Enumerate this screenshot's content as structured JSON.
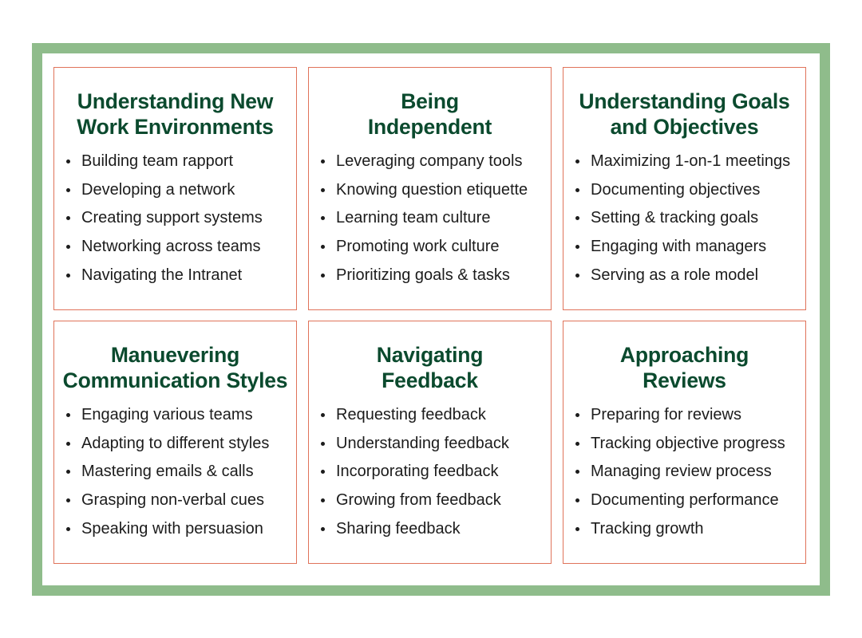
{
  "cards": [
    {
      "title": "Understanding New\nWork Environments",
      "items": [
        "Building team rapport",
        "Developing a network",
        "Creating support systems",
        "Networking across teams",
        "Navigating the Intranet"
      ]
    },
    {
      "title": "Being\nIndependent",
      "items": [
        "Leveraging company tools",
        "Knowing question etiquette",
        "Learning team culture",
        "Promoting work culture",
        "Prioritizing goals & tasks"
      ]
    },
    {
      "title": "Understanding Goals\nand Objectives",
      "items": [
        "Maximizing 1-on-1 meetings",
        "Documenting objectives",
        "Setting & tracking goals",
        "Engaging with managers",
        "Serving as a role model"
      ]
    },
    {
      "title": "Manuevering\nCommunication Styles",
      "items": [
        "Engaging various teams",
        "Adapting to different styles",
        "Mastering emails & calls",
        "Grasping non-verbal cues",
        "Speaking with persuasion"
      ]
    },
    {
      "title": "Navigating\nFeedback",
      "items": [
        "Requesting feedback",
        "Understanding feedback",
        "Incorporating feedback",
        "Growing from feedback",
        "Sharing feedback"
      ]
    },
    {
      "title": "Approaching\nReviews",
      "items": [
        "Preparing for reviews",
        "Tracking objective progress",
        "Managing review process",
        "Documenting performance",
        "Tracking growth"
      ]
    }
  ],
  "colors": {
    "frame_border": "#8fbc8b",
    "card_border": "#e0735a",
    "title_text": "#0b4a2e",
    "body_text": "#1c1c1c"
  }
}
